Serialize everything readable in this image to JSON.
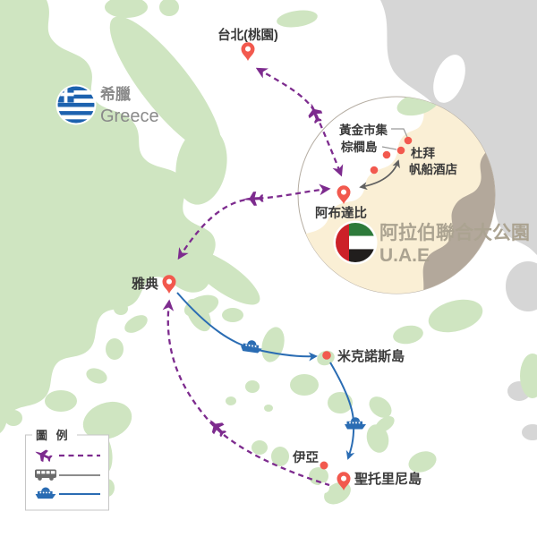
{
  "map": {
    "locations": {
      "taipei": "台北(桃園)",
      "abu_dhabi": "阿布達比",
      "gold_souk": "黃金市集",
      "palm_island": "棕櫚島",
      "dubai": "杜拜",
      "burj_al_arab": "帆船酒店",
      "athens": "雅典",
      "mykonos": "米克諾斯島",
      "oia": "伊亞",
      "santorini": "聖托里尼島"
    },
    "regions": {
      "greece_zh": "希臘",
      "greece_en": "Greece",
      "uae_zh": "阿拉伯聯合大公園",
      "uae_en": "U.A.E"
    },
    "legend": {
      "title": "圖 例",
      "items": [
        {
          "icon": "plane-icon",
          "mode": "flight",
          "line_style": "dashed-purple"
        },
        {
          "icon": "bus-icon",
          "mode": "bus",
          "line_style": "solid-gray"
        },
        {
          "icon": "ferry-icon",
          "mode": "ferry",
          "line_style": "solid-blue"
        }
      ]
    },
    "colors": {
      "route-air": "#7d2b8e",
      "route-ferry": "#2a6cb3",
      "route-bus": "#6b6b6b",
      "land-green": "#cfe5c1",
      "land-gray": "#d6d6d6",
      "inset-sand": "#faefd5",
      "inset-highland": "#b3a89b",
      "marker-red": "#f2594e",
      "label-dark": "#3a3a3a",
      "region-label-gray": "#8a8a8a",
      "uae-label": "#aba391"
    }
  }
}
